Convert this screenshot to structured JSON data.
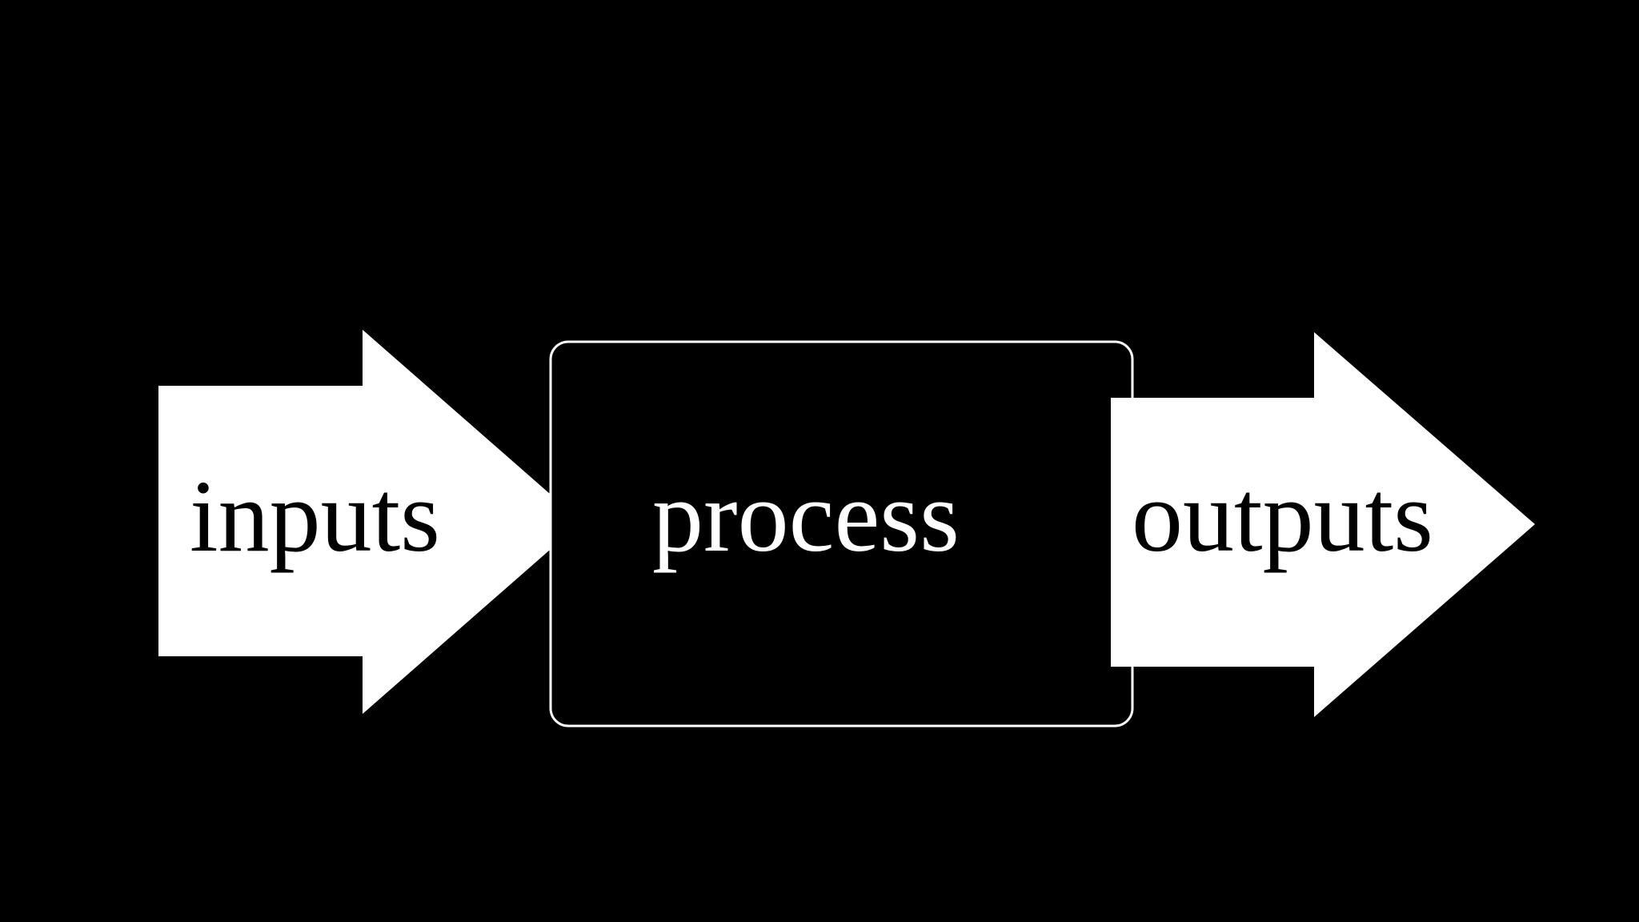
{
  "diagram": {
    "background_color": "#000000",
    "input_arrow": {
      "label": "inputs",
      "fill_color": "#ffffff",
      "text_color": "#000000"
    },
    "process_box": {
      "label": "process",
      "fill_color": "#000000",
      "border_color": "#ffffff",
      "text_color": "#ffffff"
    },
    "output_arrow": {
      "label": "outputs",
      "fill_color": "#ffffff",
      "text_color": "#000000"
    }
  }
}
